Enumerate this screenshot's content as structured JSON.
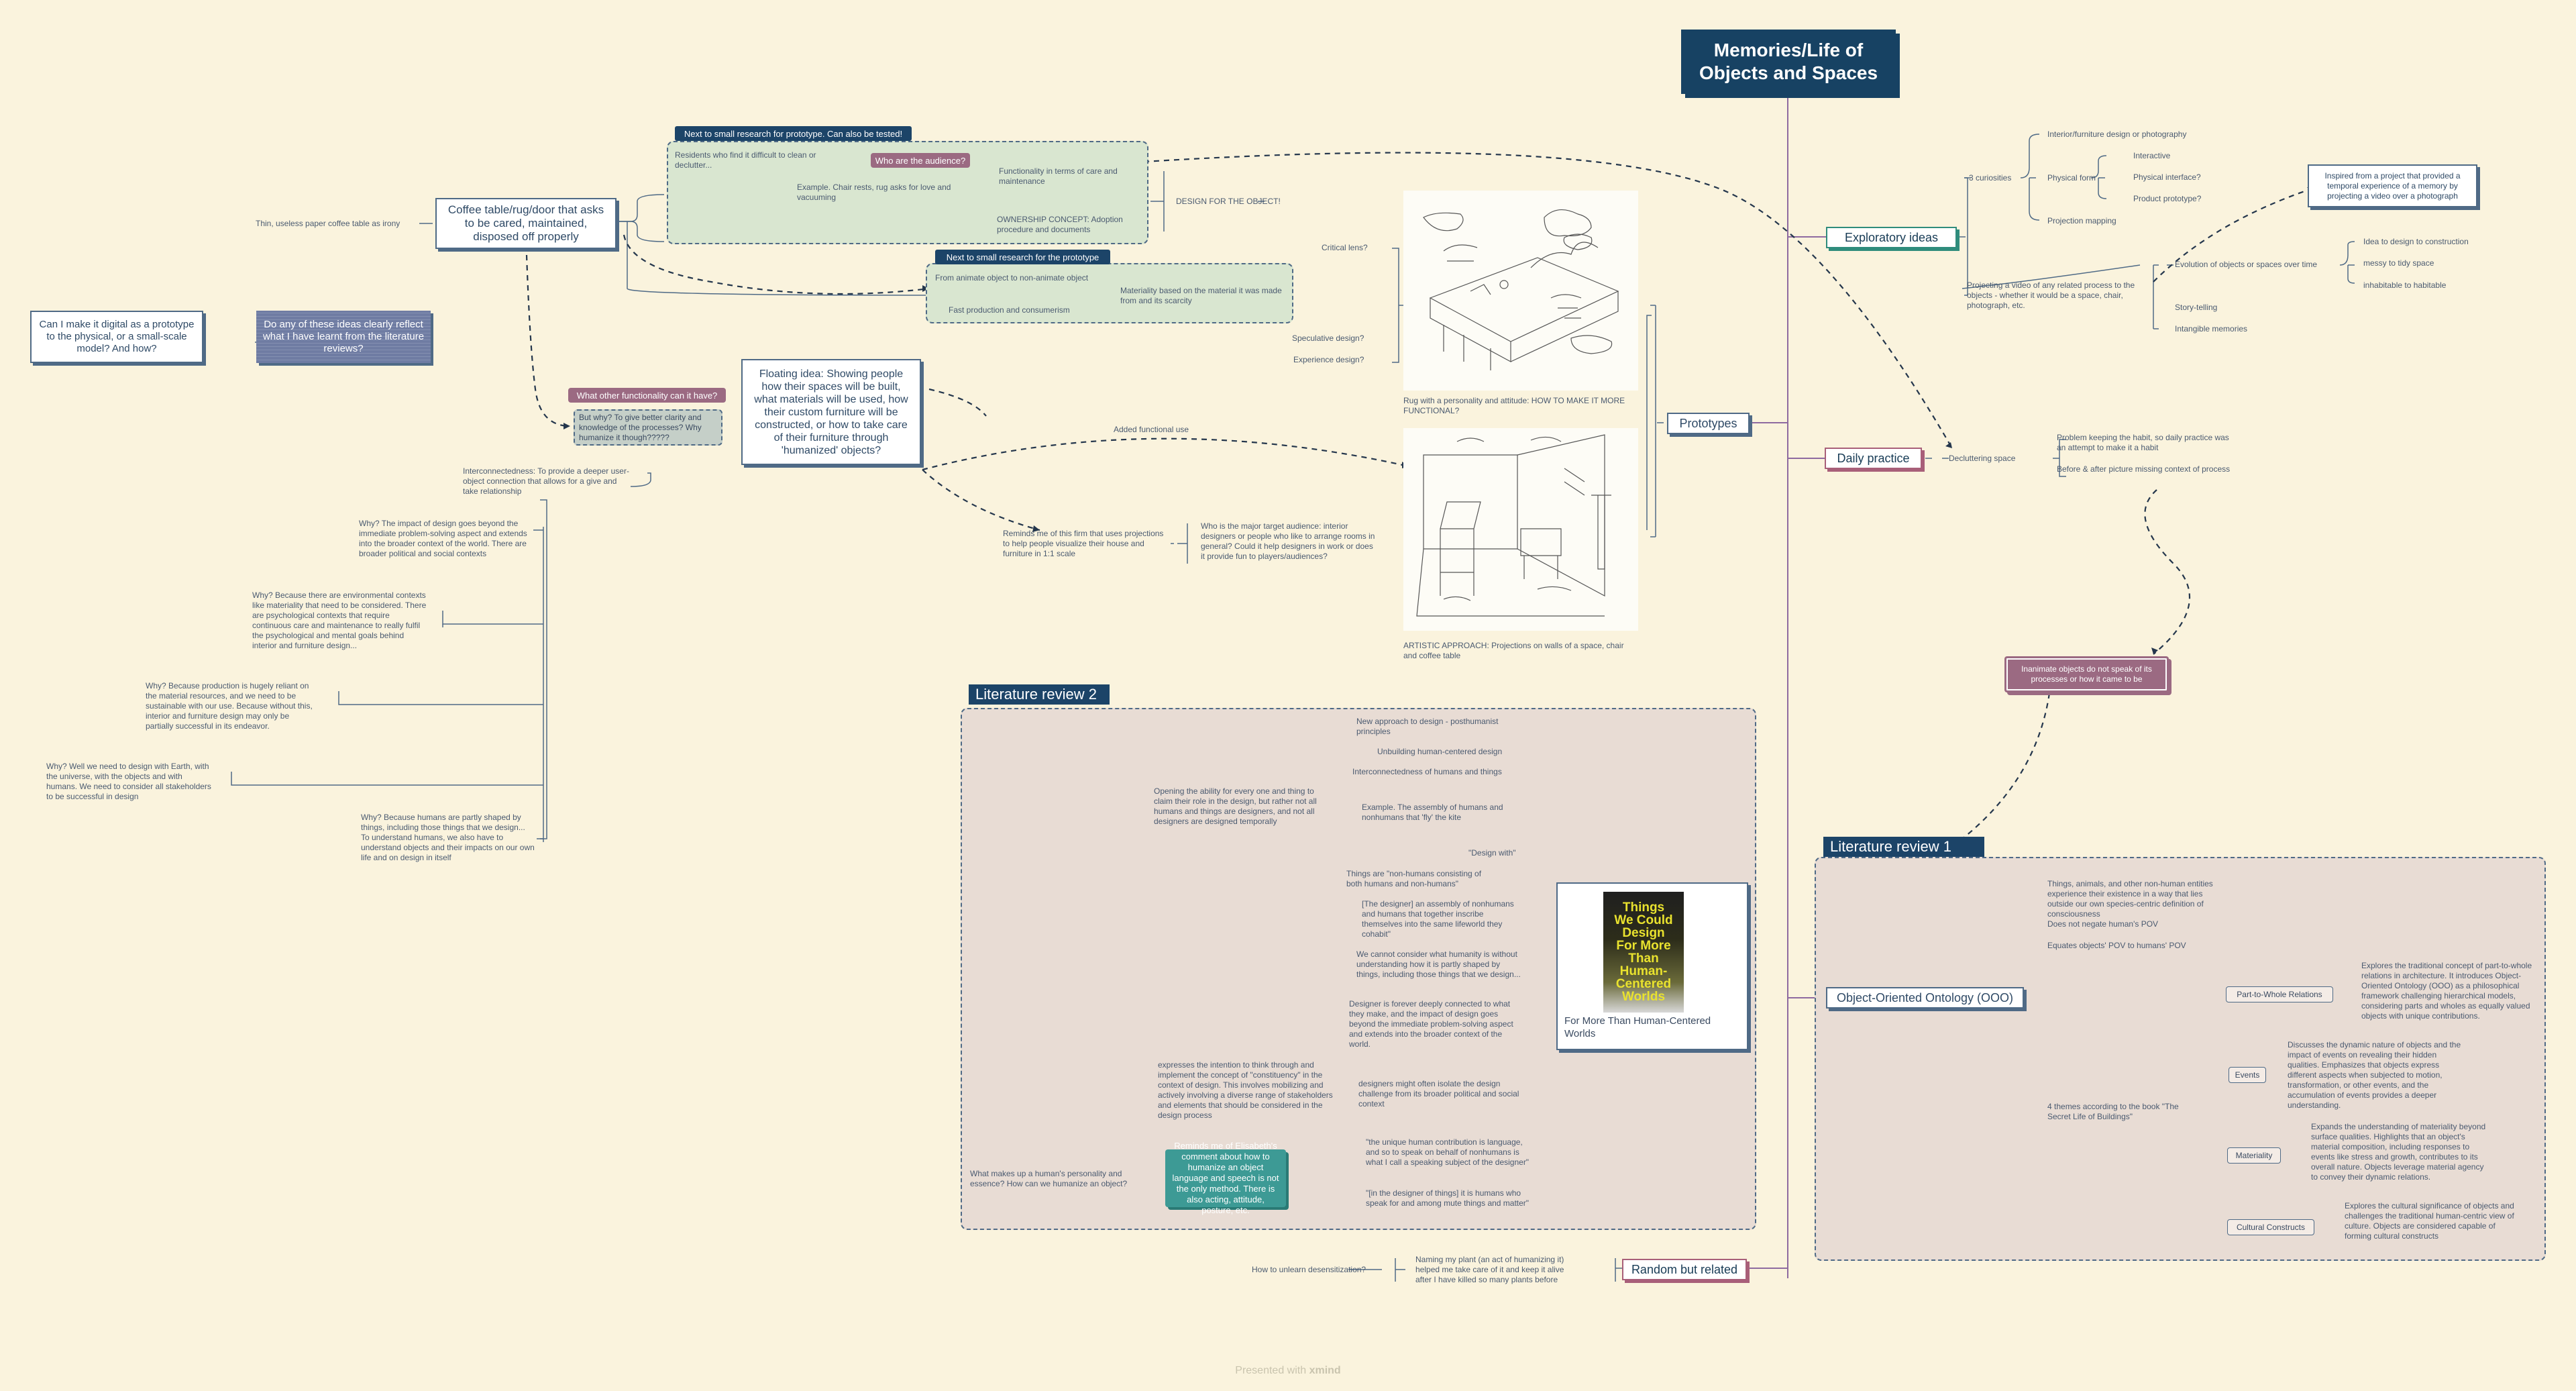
{
  "root": {
    "title": "Memories/Life of Objects and Spaces"
  },
  "branches": {
    "exploratory": "Exploratory ideas",
    "prototypes": "Prototypes",
    "daily": "Daily practice",
    "lit1": "Literature review 1",
    "lit2": "Literature review 2",
    "random": "Random but related",
    "ooo": "Object-Oriented Ontology (OOO)"
  },
  "exploratory": {
    "curiosities": "3 curiosities",
    "interior": "Interior/furniture design or photography",
    "physical_form": "Physical form",
    "interactive": "Interactive",
    "physical_interface": "Physical interface?",
    "product_prototype": "Product prototype?",
    "projection_mapping": "Projection mapping",
    "projecting": "Projecting a video of any related process to the objects - whether it would be a space, chair, photograph, etc.",
    "evolution": "Evolution of objects or spaces over time",
    "idea_construction": "Idea to design to construction",
    "messy_tidy": "messy to tidy space",
    "inhabitable": "inhabitable to habitable",
    "storytelling": "Story-telling",
    "intangible": "Intangible memories",
    "inspired": "Inspired from a project that provided a temporal experience of a memory by projecting a video over a photograph"
  },
  "daily": {
    "decluttering": "Decluttering space",
    "problem": "Problem keeping the habit, so daily practice was an attempt to make it a habit",
    "before_after": "Before & after picture missing context of process",
    "inanimate": "Inanimate objects do not speak of its processes or how it came to be"
  },
  "prototypes": {
    "critical": "Critical lens?",
    "speculative": "Speculative design?",
    "experience": "Experience design?",
    "rug_caption": "Rug with a personality and attitude: HOW TO MAKE IT MORE FUNCTIONAL?",
    "artistic_caption": "ARTISTIC APPROACH: Projections on walls of a space, chair and coffee table",
    "who": "Who is the major target audience: interior designers or people who like to arrange rooms in general? Could it help designers in work or does it provide fun to players/audiences?",
    "reminds_firm": "Reminds me of this firm that uses projections to help people visualize their house and furniture in 1:1 scale"
  },
  "left": {
    "coffee_table": "Coffee table/rug/door that asks to be cared, maintained, disposed off properly",
    "thin_paper": "Thin, useless paper coffee table as irony",
    "label_next1": "Next to small research for prototype. Can also be tested!",
    "residents": "Residents who find it difficult to clean or declutter...",
    "who_audience": "Who are the audience?",
    "functionality": "Functionality in terms of care and maintenance",
    "example_chair": "Example. Chair rests, rug asks for love and vacuuming",
    "ownership": "OWNERSHIP CONCEPT: Adoption procedure and documents",
    "design_for": "DESIGN FOR THE OBJECT!",
    "label_next2": "Next to small research for the prototype",
    "animate": "From animate object to non-animate object",
    "materiality": "Materiality based on the material it was made from and its scarcity",
    "fast_production": "Fast production and consumerism",
    "digital": "Can I make it digital as a prototype to the physical, or a small-scale model? And how?",
    "reflect": "Do any of these ideas clearly reflect what I have learnt from the literature reviews?",
    "floating": "Floating idea: Showing people how their spaces will be built, what materials will be used, how their custom furniture will be constructed, or how to take care of their furniture through 'humanized' objects?",
    "other_functionality": "What other functionality can it have?",
    "but_why": "But why? To give better clarity and knowledge of the processes? Why humanize it though?????",
    "added_functional": "Added functional use",
    "interconnectedness": "Interconnectedness: To provide a deeper user-object connection that allows for a give and take relationship",
    "why1": "Why? The impact of design goes beyond the immediate problem-solving aspect and extends into the broader context of the world. There are broader political and social contexts",
    "why2": "Why? Because there are environmental contexts like materiality that need to be considered. There are psychological contexts that require continuous care and maintenance to really fulfil the psychological and mental goals behind interior and furniture design...",
    "why3": "Why? Because production is hugely reliant on the material resources, and we need to be sustainable with our use. Because without this, interior and furniture design may only be partially successful in its endeavor.",
    "why4": "Why? Well we need to design with Earth, with the universe, with the objects and with humans. We need to consider all stakeholders to be successful in design",
    "why5": "Why? Because humans are partly shaped by things, including those things that we design... To understand humans, we also have to understand objects and their impacts on our own life and on design in itself"
  },
  "lit2": {
    "new_approach": "New approach to design - posthumanist principles",
    "unbuilding": "Unbuilding human-centered design",
    "interconnect": "Interconnectedness of humans and things",
    "opening": "Opening the ability for every one and thing to claim their role in the design, but rather not all humans and things are designers, and not all designers are designed temporally",
    "example_fly": "Example. The assembly of humans and nonhumans that 'fly' the kite",
    "design_with": "\"Design with\"",
    "things": "Things are \"non-humans consisting of both humans and non-humans\"",
    "the_designer": "[The designer] an assembly of nonhumans and humans that together inscribe themselves into the same lifeworld they cohabit\"",
    "cannot_consider": "We cannot consider what humanity is without understanding how it is partly shaped by things, including those things that we design...",
    "designer_forever": "Designer is forever deeply connected to what they make, and the impact of design goes beyond the immediate problem-solving aspect and extends into the broader context of the world.",
    "expresses": "expresses the intention to think through and implement the concept of \"constituency\" in the context of design. This involves mobilizing and actively involving a diverse range of stakeholders and elements that should be considered in the design process",
    "designers_isolate": "designers might often isolate the design challenge from its broader political and social context",
    "unique": "\"the unique human contribution is language, and so to speak on behalf of nonhumans is what I call a speaking subject of the designer\"",
    "in_designer": "\"[in the designer of things] it is humans who speak for and among mute things and matter\"",
    "reminds_elisabeth": "Reminds me of Elisabeth's comment about how to humanize an object language and speech is not the only method. There is also acting, attitude, posture, etc.",
    "what_makes": "What makes up a human's personality and essence? How can we humanize an object?",
    "book_cover": [
      "Things",
      "We Could",
      "Design",
      "For More",
      "Than",
      "Human-",
      "Centered",
      "Worlds"
    ],
    "book_caption": "For More Than Human-Centered Worlds"
  },
  "lit1": {
    "things_animals": "Things, animals, and other non-human entities experience their existence in a way that lies outside our own species-centric definition of consciousness",
    "does_not": "Does not negate human's POV",
    "equates": "Equates objects' POV to humans' POV",
    "four_themes": "4 themes according to the book \"The Secret Life of Buildings\"",
    "part_whole": "Part-to-Whole Relations",
    "part_whole_desc": "Explores the traditional concept of part-to-whole relations in architecture. It introduces Object-Oriented Ontology (OOO) as a philosophical framework challenging hierarchical models, considering parts and wholes as equally valued objects with unique contributions.",
    "events": "Events",
    "events_desc": "Discusses the dynamic nature of objects and the impact of events on revealing their hidden qualities. Emphasizes that objects express different aspects when subjected to motion, transformation, or other events, and the accumulation of events provides a deeper understanding.",
    "materiality": "Materiality",
    "materiality_desc": "Expands the understanding of materiality beyond surface qualities. Highlights that an object's material composition, including responses to events like stress and growth, contributes to its overall nature. Objects leverage material agency to convey their dynamic relations.",
    "cultural": "Cultural Constructs",
    "cultural_desc": "Explores the cultural significance of objects and challenges the traditional human-centric view of culture. Objects are considered capable of forming cultural constructs"
  },
  "random": {
    "naming": "Naming my plant (an act of humanizing it) helped me take care of it and keep it alive after I have killed so many plants before",
    "unlearn": "How to unlearn desensitization?"
  },
  "footer": {
    "presented": "Presented with",
    "brand": "xmind"
  },
  "colors": {
    "background": "#faf3dd",
    "navy": "#174263",
    "teal": "#2f8c7c",
    "mauve": "#9b6a82",
    "green_region": "#d9e6d0",
    "brown_region": "#e8dcd4"
  }
}
